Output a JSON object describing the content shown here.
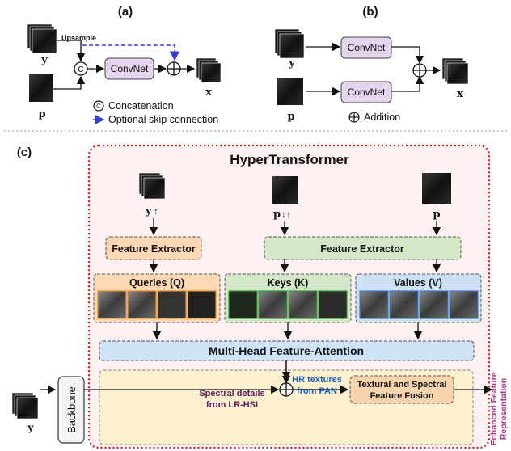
{
  "panel_a": {
    "label": "(a)",
    "upsample": "Upsample",
    "concat_symbol": "C",
    "convnet": "ConvNet",
    "input_y": "y",
    "input_p": "p",
    "output_x": "x",
    "legend_concat": "Concatenation",
    "legend_skip": "Optional skip connection"
  },
  "panel_b": {
    "label": "(b)",
    "convnet_top": "ConvNet",
    "convnet_bottom": "ConvNet",
    "input_y": "y",
    "input_p": "p",
    "output_x": "x",
    "legend_addition": "Addition"
  },
  "panel_c": {
    "label": "(c)",
    "title": "HyperTransformer",
    "input_y_up": "y",
    "input_p_downup": "p",
    "input_p": "p",
    "feature_extractor_left": "Feature Extractor",
    "feature_extractor_right": "Feature Extractor",
    "queries": "Queries (Q)",
    "keys": "Keys (K)",
    "values": "Values (V)",
    "mhfa": "Multi-Head Feature-Attention",
    "hr_textures_1": "HR textures",
    "hr_textures_2": "from PAN",
    "spectral_1": "Spectral details",
    "spectral_2": "from LR-HSI",
    "fusion_1": "Textural and Spectral",
    "fusion_2": "Feature Fusion",
    "backbone": "Backbone",
    "input_y": "y",
    "enhanced_1": "Enhanced Feature",
    "enhanced_2": "Representation"
  },
  "colors": {
    "convnet_fill": "#e4d4ec",
    "queries_fill": "#fcd8b4",
    "keys_fill": "#d4e8c8",
    "values_fill": "#cde0f4",
    "mhfa_fill": "#cfe3f6",
    "fusion_fill": "#f9d3ac",
    "hypertransformer_border": "#d71920",
    "enhanced_text": "#c2298a",
    "skip_arrow": "#3b3bd6",
    "hr_text": "#1a5fc8",
    "spectral_text": "#5a1a5a"
  }
}
